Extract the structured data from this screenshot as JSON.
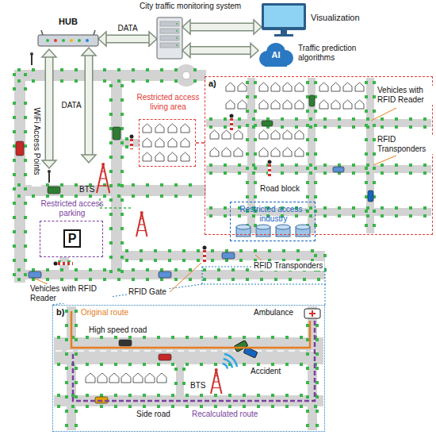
{
  "diagram": {
    "nodes": [
      {
        "text": [
          "HUB"
        ]
      },
      {
        "text": [
          "City traffic monitoring system"
        ]
      },
      {
        "text": [
          "Visualization"
        ]
      },
      {
        "text": [
          "AI",
          "Traffic prediction algorithms"
        ]
      },
      {
        "text": [
          "BTS"
        ]
      },
      {
        "text": [
          "Restricted access living area"
        ]
      },
      {
        "text": [
          "Restricted access parking",
          "P"
        ]
      },
      {
        "text": [
          "Restricted access - industry"
        ]
      },
      {
        "text": [
          "a)"
        ]
      },
      {
        "text": [
          "b)"
        ]
      }
    ],
    "edges": [
      {
        "from": 0,
        "to": 1,
        "label": "DATA",
        "arrow": "both"
      },
      {
        "from": 1,
        "to": 2,
        "arrow": "both"
      },
      {
        "from": 1,
        "to": 3,
        "arrow": "both"
      },
      {
        "from": 0,
        "to": 4,
        "label": "DATA",
        "arrow": "both"
      },
      {
        "from": 5,
        "to": 8,
        "arrow": "none"
      }
    ],
    "labels": [
      "WiFi Access Points",
      "Vehicles with RFID Reader",
      "RFID Gate",
      "RFID Transponders",
      "Vehicles with RFID Reader",
      "RFID Transponders",
      "Road block",
      "Original route",
      "High speed road",
      "Ambulance",
      "Accident",
      "BTS",
      "Side road",
      "Recalculated route"
    ]
  }
}
